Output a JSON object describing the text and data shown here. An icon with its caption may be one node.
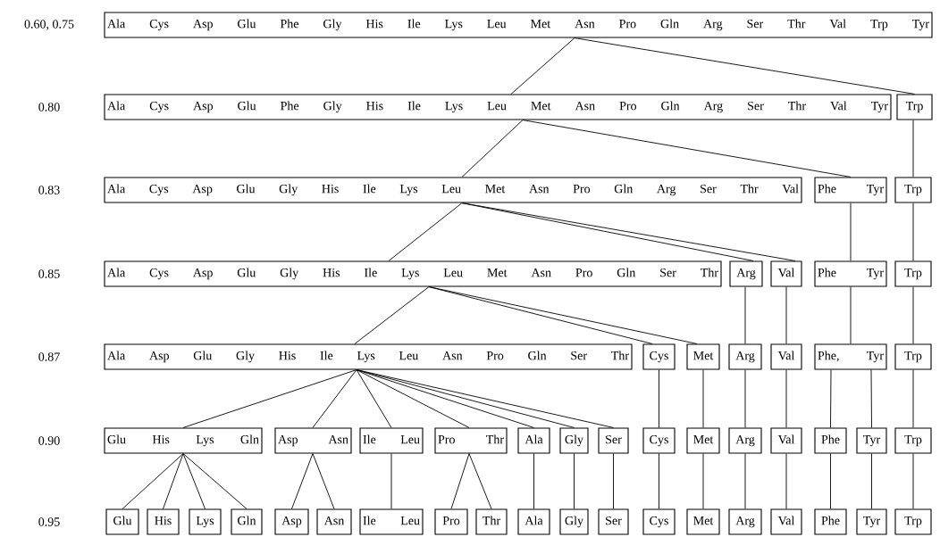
{
  "diagram": {
    "nodes": [
      {
        "text": [
          "Ala Cys Asp Glu Phe Gly His Ile Lys Leu Met Asn Pro Gln Arg Ser Thr Val Trp Tyr"
        ]
      },
      {
        "text": [
          "Ala Cys Asp Glu Phe Gly His Ile Lys Leu Met Asn Pro Gln Arg Ser Thr Val Tyr"
        ]
      },
      {
        "text": [
          "Trp"
        ]
      },
      {
        "text": [
          "Ala Cys Asp Glu Gly His Ile Lys Leu Met Asn Pro Gln Arg Ser Thr Val"
        ]
      },
      {
        "text": [
          "Phe Tyr"
        ]
      },
      {
        "text": [
          "Trp"
        ]
      },
      {
        "text": [
          "Ala Cys Asp Glu Gly His Ile Lys Leu Met Asn Pro Gln Ser Thr"
        ]
      },
      {
        "text": [
          "Arg"
        ]
      },
      {
        "text": [
          "Val"
        ]
      },
      {
        "text": [
          "Phe Tyr"
        ]
      },
      {
        "text": [
          "Trp"
        ]
      },
      {
        "text": [
          "Ala Asp Glu Gly His Ile Lys Leu Asn Pro Gln Ser Thr"
        ]
      },
      {
        "text": [
          "Cys"
        ]
      },
      {
        "text": [
          "Met"
        ]
      },
      {
        "text": [
          "Arg"
        ]
      },
      {
        "text": [
          "Val"
        ]
      },
      {
        "text": [
          "Phe, Tyr"
        ]
      },
      {
        "text": [
          "Trp"
        ]
      },
      {
        "text": [
          "Glu His Lys Gln"
        ]
      },
      {
        "text": [
          "Asp Asn"
        ]
      },
      {
        "text": [
          "Ile Leu"
        ]
      },
      {
        "text": [
          "Pro Thr"
        ]
      },
      {
        "text": [
          "Ala"
        ]
      },
      {
        "text": [
          "Gly"
        ]
      },
      {
        "text": [
          "Ser"
        ]
      },
      {
        "text": [
          "Cys"
        ]
      },
      {
        "text": [
          "Met"
        ]
      },
      {
        "text": [
          "Arg"
        ]
      },
      {
        "text": [
          "Val"
        ]
      },
      {
        "text": [
          "Phe"
        ]
      },
      {
        "text": [
          "Tyr"
        ]
      },
      {
        "text": [
          "Trp"
        ]
      },
      {
        "text": [
          "Glu"
        ]
      },
      {
        "text": [
          "His"
        ]
      },
      {
        "text": [
          "Lys"
        ]
      },
      {
        "text": [
          "Gln"
        ]
      },
      {
        "text": [
          "Asp"
        ]
      },
      {
        "text": [
          "Asn"
        ]
      },
      {
        "text": [
          "Ile Leu"
        ]
      },
      {
        "text": [
          "Pro"
        ]
      },
      {
        "text": [
          "Thr"
        ]
      },
      {
        "text": [
          "Ala"
        ]
      },
      {
        "text": [
          "Gly"
        ]
      },
      {
        "text": [
          "Ser"
        ]
      },
      {
        "text": [
          "Cys"
        ]
      },
      {
        "text": [
          "Met"
        ]
      },
      {
        "text": [
          "Arg"
        ]
      },
      {
        "text": [
          "Val"
        ]
      },
      {
        "text": [
          "Phe"
        ]
      },
      {
        "text": [
          "Tyr"
        ]
      },
      {
        "text": [
          "Trp"
        ]
      }
    ],
    "edges": [
      {
        "from": 0,
        "to": 1,
        "arrow": "none"
      },
      {
        "from": 0,
        "to": 2,
        "arrow": "none"
      },
      {
        "from": 1,
        "to": 3,
        "arrow": "none"
      },
      {
        "from": 1,
        "to": 4,
        "arrow": "none"
      },
      {
        "from": 2,
        "to": 5,
        "arrow": "none"
      },
      {
        "from": 3,
        "to": 6,
        "arrow": "none"
      },
      {
        "from": 3,
        "to": 7,
        "arrow": "none"
      },
      {
        "from": 3,
        "to": 8,
        "arrow": "none"
      },
      {
        "from": 4,
        "to": 9,
        "arrow": "none"
      },
      {
        "from": 5,
        "to": 10,
        "arrow": "none"
      },
      {
        "from": 6,
        "to": 11,
        "arrow": "none"
      },
      {
        "from": 6,
        "to": 12,
        "arrow": "none"
      },
      {
        "from": 6,
        "to": 13,
        "arrow": "none"
      },
      {
        "from": 7,
        "to": 14,
        "arrow": "none"
      },
      {
        "from": 8,
        "to": 15,
        "arrow": "none"
      },
      {
        "from": 9,
        "to": 16,
        "arrow": "none"
      },
      {
        "from": 10,
        "to": 17,
        "arrow": "none"
      },
      {
        "from": 11,
        "to": 18,
        "arrow": "none"
      },
      {
        "from": 11,
        "to": 19,
        "arrow": "none"
      },
      {
        "from": 11,
        "to": 20,
        "arrow": "none"
      },
      {
        "from": 11,
        "to": 21,
        "arrow": "none"
      },
      {
        "from": 11,
        "to": 22,
        "arrow": "none"
      },
      {
        "from": 11,
        "to": 23,
        "arrow": "none"
      },
      {
        "from": 11,
        "to": 24,
        "arrow": "none"
      },
      {
        "from": 12,
        "to": 25,
        "arrow": "none"
      },
      {
        "from": 13,
        "to": 26,
        "arrow": "none"
      },
      {
        "from": 14,
        "to": 27,
        "arrow": "none"
      },
      {
        "from": 15,
        "to": 28,
        "arrow": "none"
      },
      {
        "from": 16,
        "to": 29,
        "arrow": "none"
      },
      {
        "from": 16,
        "to": 30,
        "arrow": "none"
      },
      {
        "from": 17,
        "to": 31,
        "arrow": "none"
      },
      {
        "from": 18,
        "to": 32,
        "arrow": "none"
      },
      {
        "from": 18,
        "to": 33,
        "arrow": "none"
      },
      {
        "from": 18,
        "to": 34,
        "arrow": "none"
      },
      {
        "from": 18,
        "to": 35,
        "arrow": "none"
      },
      {
        "from": 19,
        "to": 36,
        "arrow": "none"
      },
      {
        "from": 19,
        "to": 37,
        "arrow": "none"
      },
      {
        "from": 20,
        "to": 38,
        "arrow": "none"
      },
      {
        "from": 21,
        "to": 39,
        "arrow": "none"
      },
      {
        "from": 21,
        "to": 40,
        "arrow": "none"
      },
      {
        "from": 22,
        "to": 41,
        "arrow": "none"
      },
      {
        "from": 23,
        "to": 42,
        "arrow": "none"
      },
      {
        "from": 24,
        "to": 43,
        "arrow": "none"
      },
      {
        "from": 25,
        "to": 44,
        "arrow": "none"
      },
      {
        "from": 26,
        "to": 45,
        "arrow": "none"
      },
      {
        "from": 27,
        "to": 46,
        "arrow": "none"
      },
      {
        "from": 28,
        "to": 47,
        "arrow": "none"
      },
      {
        "from": 29,
        "to": 48,
        "arrow": "none"
      },
      {
        "from": 30,
        "to": 49,
        "arrow": "none"
      },
      {
        "from": 31,
        "to": 50,
        "arrow": "none"
      }
    ],
    "labels": [
      "0.60, 0.75",
      "0.80",
      "0.83",
      "0.85",
      "0.87",
      "0.90",
      "0.95"
    ]
  }
}
